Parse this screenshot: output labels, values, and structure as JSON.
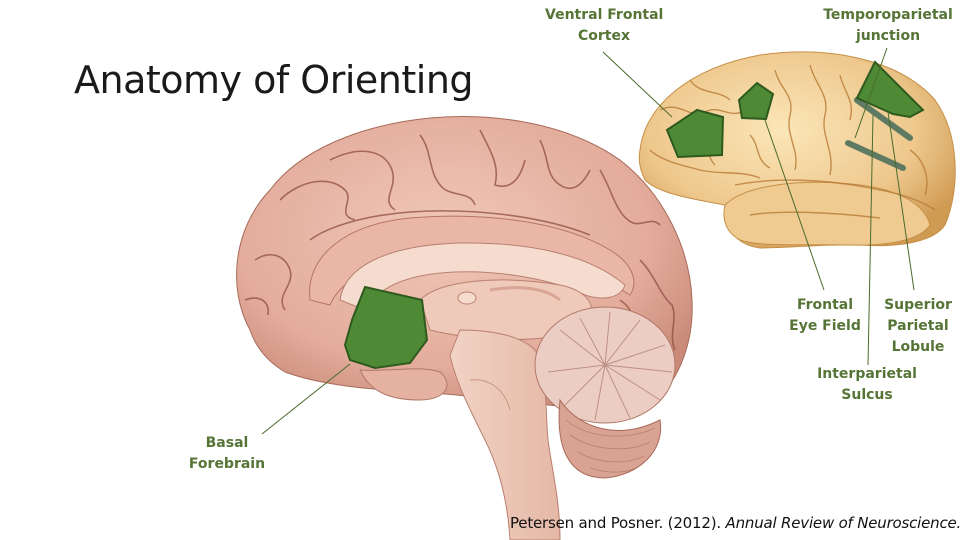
{
  "slide": {
    "title": "Anatomy of Orienting",
    "citation": {
      "authors": "Petersen and Posner. (2012). ",
      "journal": "Annual Review of Neuroscience."
    }
  },
  "labels": {
    "ventral_frontal_cortex": {
      "line1": "Ventral Frontal",
      "line2": "Cortex"
    },
    "temporoparietal_junction": {
      "line1": "Temporoparietal",
      "line2": "junction"
    },
    "frontal_eye_field": {
      "line1": "Frontal",
      "line2": "Eye Field"
    },
    "superior_parietal_lobule": {
      "line1": "Superior",
      "line2": "Parietal",
      "line3": "Lobule"
    },
    "interparietal_sulcus": {
      "line1": "Interparietal",
      "line2": "Sulcus"
    },
    "basal_forebrain": {
      "line1": "Basal",
      "line2": "Forebrain"
    }
  },
  "colors": {
    "label_green": "#557436",
    "region_fill": "#4e8a36",
    "region_border": "#2f5a1e",
    "sulcus_marker": "#5f7a62",
    "sagittal_brain": "#e2ab9a",
    "lateral_brain": "#e9c48a",
    "leader_line": "#4a6b2c"
  },
  "images": {
    "sagittal_brain": "medial sagittal view of human brain (pink)",
    "lateral_brain": "lateral view of human brain (tan)"
  }
}
